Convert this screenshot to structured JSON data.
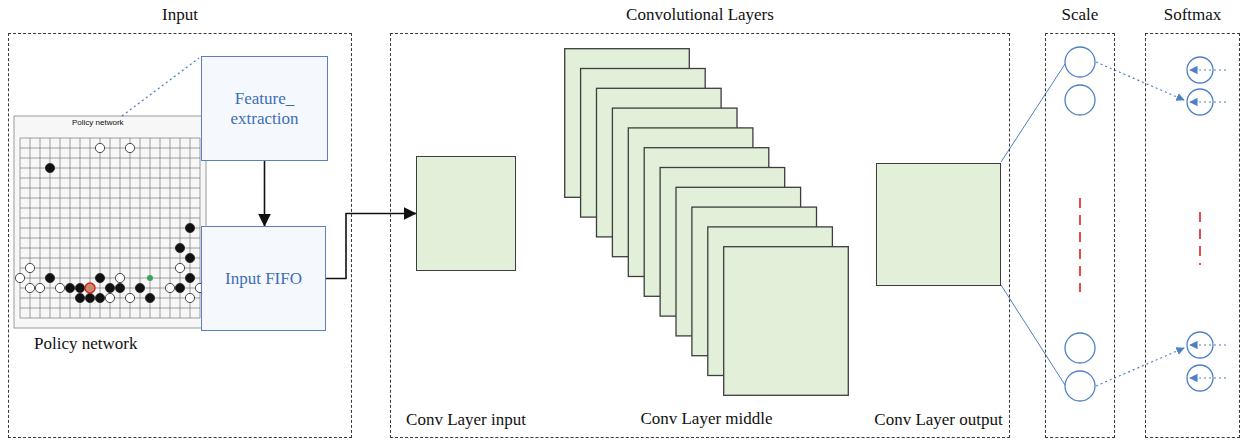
{
  "diagram": {
    "nodes": [
      {
        "text": [
          "Input"
        ]
      },
      {
        "text": [
          "Feature_ extraction"
        ],
        "in": 0
      },
      {
        "text": [
          "Input FIFO"
        ],
        "in": 0
      },
      {
        "text": [
          "Convolutional Layers"
        ]
      },
      {
        "text": [
          "Conv Layer input"
        ],
        "in": 3
      },
      {
        "text": [
          "Conv Layer middle"
        ],
        "in": 3
      },
      {
        "text": [
          "Conv Layer output"
        ],
        "in": 3
      },
      {
        "text": [
          "Scale"
        ]
      },
      {
        "text": [
          "Softmax"
        ]
      }
    ],
    "edges": [
      {
        "from": 1,
        "to": 2,
        "arrow": "to"
      },
      {
        "from": 2,
        "to": 4,
        "arrow": "to"
      }
    ],
    "labels": [
      "Policy network",
      "Policy network"
    ]
  }
}
